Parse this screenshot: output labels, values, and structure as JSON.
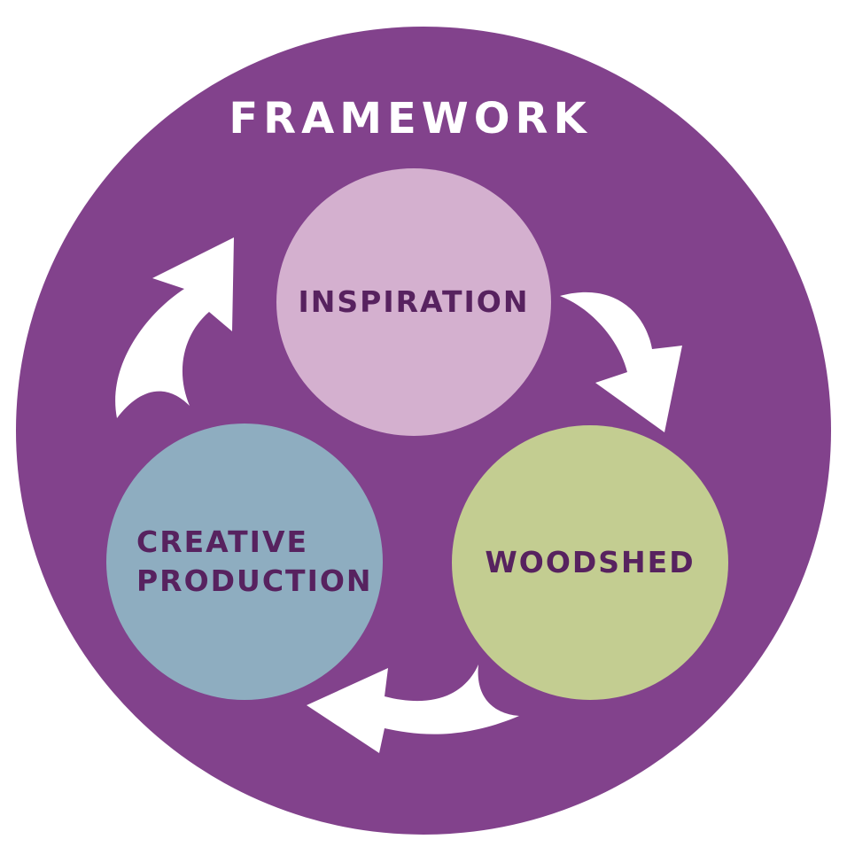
{
  "title": "FRAMEWORK",
  "nodes": {
    "inspiration": {
      "label": "INSPIRATION"
    },
    "woodshed": {
      "label": "WOODSHED"
    },
    "creative_production": {
      "line1": "CREATIVE",
      "line2": "PRODUCTION"
    }
  },
  "colors": {
    "outer": "#82428c",
    "title": "#ffffff",
    "label": "#57225f",
    "arrow": "#ffffff",
    "inspiration": "#d4b0cf",
    "woodshed": "#c3cd91",
    "creative_production": "#8eadc0"
  },
  "icons": {
    "arrow_top_right": "curved-arrow-icon",
    "arrow_bottom": "curved-arrow-icon",
    "arrow_left": "curved-arrow-icon"
  }
}
